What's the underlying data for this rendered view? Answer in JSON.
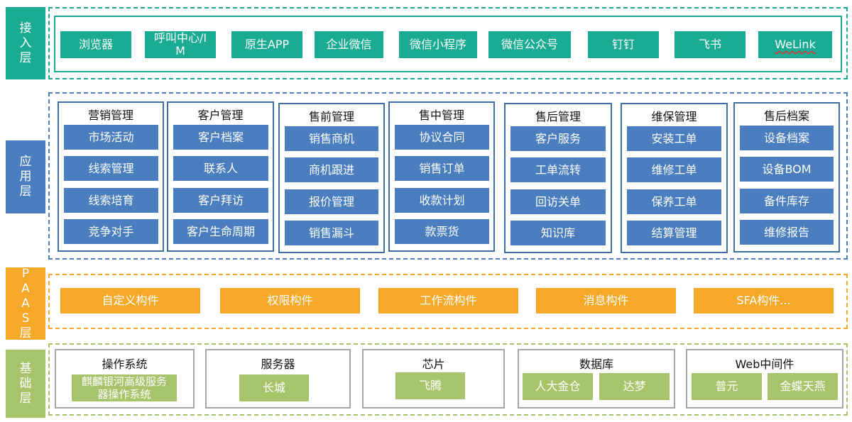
{
  "layers": {
    "access": "接入层",
    "app": "应用层",
    "paas": "PAAS层",
    "base": "基础层"
  },
  "access_items": [
    "浏览器",
    "呼叫中心/IM",
    "原生APP",
    "企业微信",
    "微信小程序",
    "微信公众号",
    "钉钉",
    "飞书",
    "WeLink"
  ],
  "app_columns": [
    {
      "title": "营销管理",
      "items": [
        "市场活动",
        "线索管理",
        "线索培育",
        "竞争对手"
      ]
    },
    {
      "title": "客户管理",
      "items": [
        "客户档案",
        "联系人",
        "客户拜访",
        "客户生命周期"
      ]
    },
    {
      "title": "售前管理",
      "items": [
        "销售商机",
        "商机跟进",
        "报价管理",
        "销售漏斗"
      ]
    },
    {
      "title": "售中管理",
      "items": [
        "协议合同",
        "销售订单",
        "收款计划",
        "款票货"
      ]
    },
    {
      "title": "售后管理",
      "items": [
        "客户服务",
        "工单流转",
        "回访关单",
        "知识库"
      ]
    },
    {
      "title": "维保管理",
      "items": [
        "安装工单",
        "维修工单",
        "保养工单",
        "结算管理"
      ]
    },
    {
      "title": "售后档案",
      "items": [
        "设备档案",
        "设备BOM",
        "备件库存",
        "维修报告"
      ]
    }
  ],
  "paas_items": [
    "自定义构件",
    "权限构件",
    "工作流构件",
    "消息构件",
    "SFA构件..."
  ],
  "base_groups": [
    {
      "title": "操作系统",
      "items": [
        "麒麟银河高级服务器操作系统"
      ]
    },
    {
      "title": "服务器",
      "items": [
        "长城"
      ]
    },
    {
      "title": "芯片",
      "items": [
        "飞腾"
      ]
    },
    {
      "title": "数据库",
      "items": [
        "人大金仓",
        "达梦"
      ]
    },
    {
      "title": "Web中间件",
      "items": [
        "普元",
        "金蝶天燕"
      ]
    }
  ],
  "colors": {
    "teal": "#1aab93",
    "blue": "#4a7ebf",
    "orange": "#f6a929",
    "green": "#a7c46b"
  }
}
